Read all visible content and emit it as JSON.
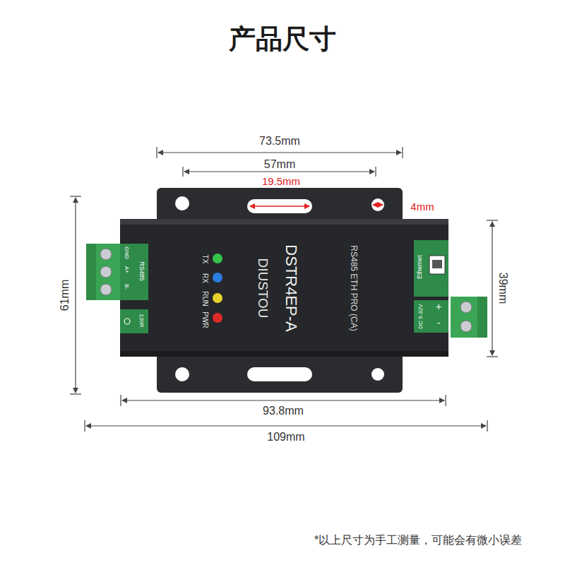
{
  "diagram": {
    "title": "产品尺寸",
    "caption": "*以上尺寸为手工测量，可能会有微小误差",
    "nodes": [
      {
        "text": [
          "DIUSTOU",
          "DSTR4EP-A",
          "RS485 ETH PRO (CA)"
        ]
      }
    ],
    "labels": [
      "73.5mm",
      "57mm",
      "19.5mm",
      "4mm",
      "61mm",
      "39mm",
      "93.8mm",
      "109mm",
      "GND",
      "A+",
      "B-",
      "RS485",
      "120R",
      "TX",
      "RX",
      "RUN",
      "PWR",
      "Ethernet",
      "DC 5-32V",
      "+",
      "-"
    ]
  }
}
